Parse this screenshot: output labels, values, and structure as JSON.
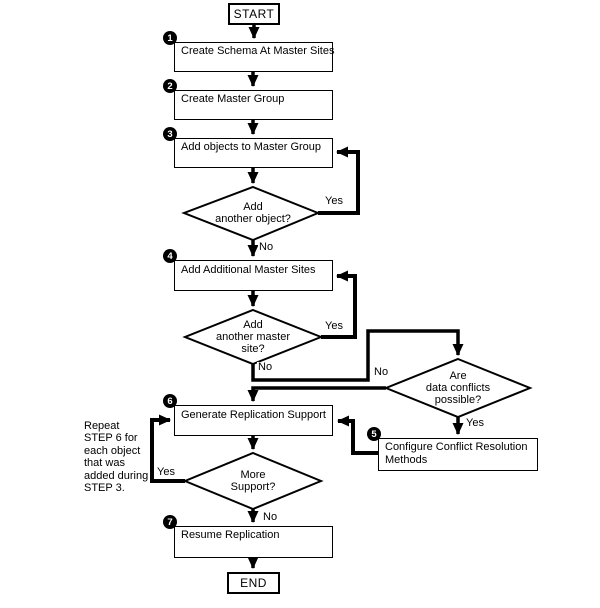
{
  "colors": {
    "line": "#000000",
    "fill": "#ffffff",
    "badge_bg": "#000000",
    "badge_fg": "#ffffff"
  },
  "terminals": {
    "start": "START",
    "end": "END"
  },
  "badges": {
    "s1": "1",
    "s2": "2",
    "s3": "3",
    "s4": "4",
    "s5": "5",
    "s6": "6",
    "s7": "7"
  },
  "steps": {
    "step1": "Create Schema At Master Sites",
    "step2": "Create Master Group",
    "step3": "Add objects to Master Group",
    "step4": "Add Additional Master Sites",
    "step5_line1": "Configure Conflict Resolution",
    "step5_line2": "Methods",
    "step6": "Generate Replication Support",
    "step7": "Resume Replication"
  },
  "decisions": {
    "add_object": {
      "l1": "Add",
      "l2": "another object?"
    },
    "add_master_site": {
      "l1": "Add",
      "l2": "another master",
      "l3": "site?"
    },
    "data_conflicts": {
      "l1": "Are",
      "l2": "data conflicts",
      "l3": "possible?"
    },
    "more_support": {
      "l1": "More",
      "l2": "Support?"
    }
  },
  "edge_labels": {
    "yes_object": "Yes",
    "no_object": "No",
    "yes_master_site": "Yes",
    "no_master_site": "No",
    "yes_conflicts": "Yes",
    "no_conflicts": "No",
    "yes_support": "Yes",
    "no_support": "No"
  },
  "note": {
    "l1": "Repeat",
    "l2": "STEP 6 for",
    "l3": "each object",
    "l4": "that was",
    "l5": "added during",
    "l6": "STEP 3."
  }
}
